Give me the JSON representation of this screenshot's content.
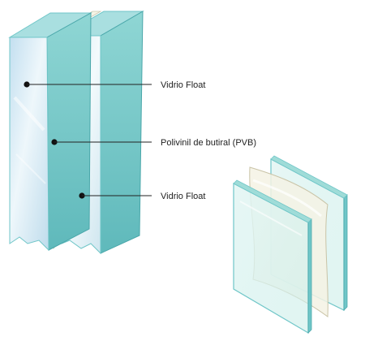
{
  "diagram": {
    "labels": {
      "top": "Vidrio Float",
      "middle": "Polivinil de butiral (PVB)",
      "bottom": "Vidrio Float"
    },
    "colors": {
      "glass_face": "#d6ecf2",
      "glass_edge": "#6fc6c8",
      "glass_dark": "#4aa7aa",
      "pvb": "#f3f1e2",
      "leader": "#222222"
    }
  }
}
